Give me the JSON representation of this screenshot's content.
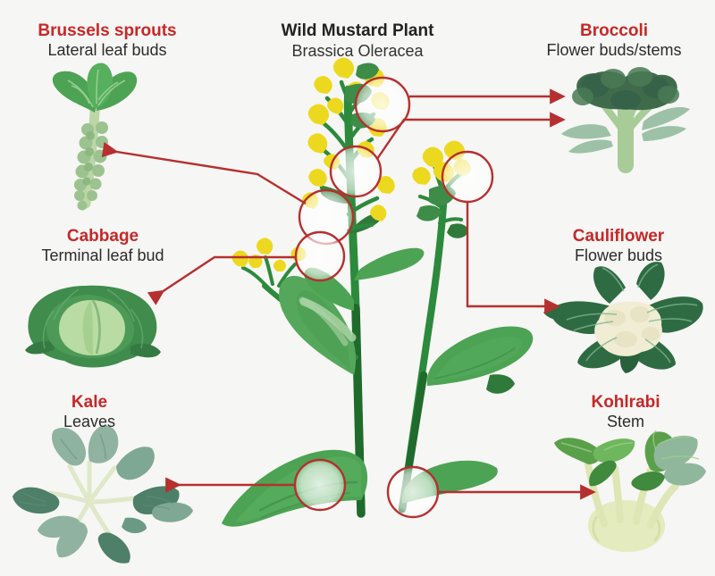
{
  "background_color": "#f6f6f4",
  "accent_color": "#c62828",
  "connector_color": "#b5302f",
  "center": {
    "title": "Wild Mustard Plant",
    "subtitle": "Brassica Oleracea"
  },
  "labels": [
    {
      "id": "brussels-sprouts",
      "title": "Brussels sprouts",
      "subtitle": "Lateral leaf buds",
      "part": "lateral leaf buds",
      "position": "top-left"
    },
    {
      "id": "broccoli",
      "title": "Broccoli",
      "subtitle": "Flower buds/stems",
      "part": "flower buds and stems",
      "position": "top-right"
    },
    {
      "id": "cabbage",
      "title": "Cabbage",
      "subtitle": "Terminal leaf bud",
      "part": "terminal leaf bud",
      "position": "middle-left"
    },
    {
      "id": "cauliflower",
      "title": "Cauliflower",
      "subtitle": "Flower buds",
      "part": "flower buds",
      "position": "middle-right"
    },
    {
      "id": "kale",
      "title": "Kale",
      "subtitle": "Leaves",
      "part": "leaves",
      "position": "bottom-left"
    },
    {
      "id": "kohlrabi",
      "title": "Kohlrabi",
      "subtitle": "Stem",
      "part": "stem",
      "position": "bottom-right"
    }
  ],
  "palette": {
    "flower_yellow": "#ecd91f",
    "flower_yellow_light": "#e5e06a",
    "stem_green": "#2c8a3c",
    "stem_green_dark": "#1f6b2c",
    "leaf_green": "#4da354",
    "leaf_green_dark": "#3d8c47",
    "leaf_green_light": "#8fc58d",
    "broccoli_dark": "#3f6b4a",
    "broccoli_stalk": "#9dc690",
    "cabbage_outer": "#3f8c4c",
    "cabbage_inner": "#b9dba4",
    "cauliflower_curd": "#f0edd4",
    "cauliflower_leaf": "#2e6b43",
    "kale_leaf": "#7fa894",
    "kale_leaf_dark": "#4e7f68",
    "kohlrabi_bulb": "#e4ebbe",
    "kohlrabi_leaf": "#5aa04a",
    "circle_stroke": "#b5302f"
  },
  "annotations": {
    "highlight_circles": 8,
    "arrow_count": 8
  }
}
